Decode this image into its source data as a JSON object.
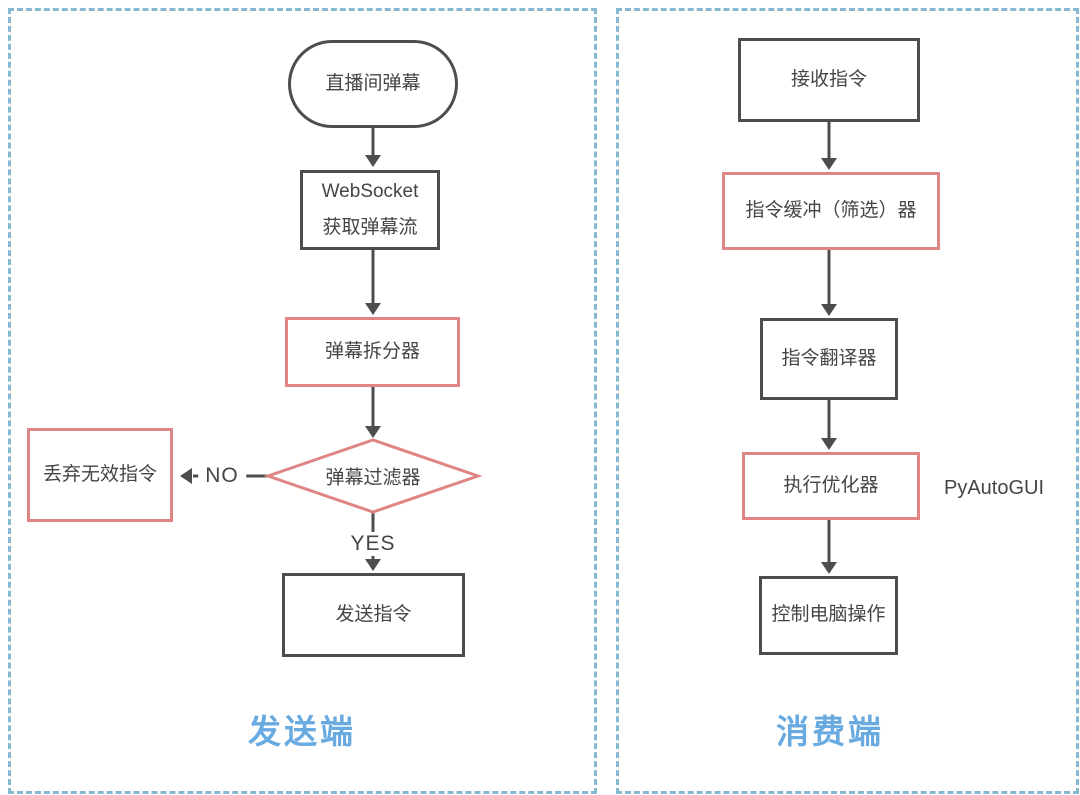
{
  "colors": {
    "node_border_gray": "#4d4d4d",
    "node_border_red": "#e08585",
    "panel_border_blue": "#86b8d1",
    "title_blue": "#69aae1",
    "text_gray": "#454545"
  },
  "sender": {
    "title": "发送端",
    "start": "直播间弹幕",
    "websocket_line1": "WebSocket",
    "websocket_line2": "获取弹幕流",
    "splitter": "弹幕拆分器",
    "filter": "弹幕过滤器",
    "discard": "丢弃无效指令",
    "send": "发送指令",
    "no_label": "NO",
    "yes_label": "YES"
  },
  "consumer": {
    "title": "消费端",
    "receive": "接收指令",
    "buffer": "指令缓冲（筛选）器",
    "translator": "指令翻译器",
    "optimizer": "执行优化器",
    "control": "控制电脑操作",
    "annotation": "PyAutoGUI"
  }
}
